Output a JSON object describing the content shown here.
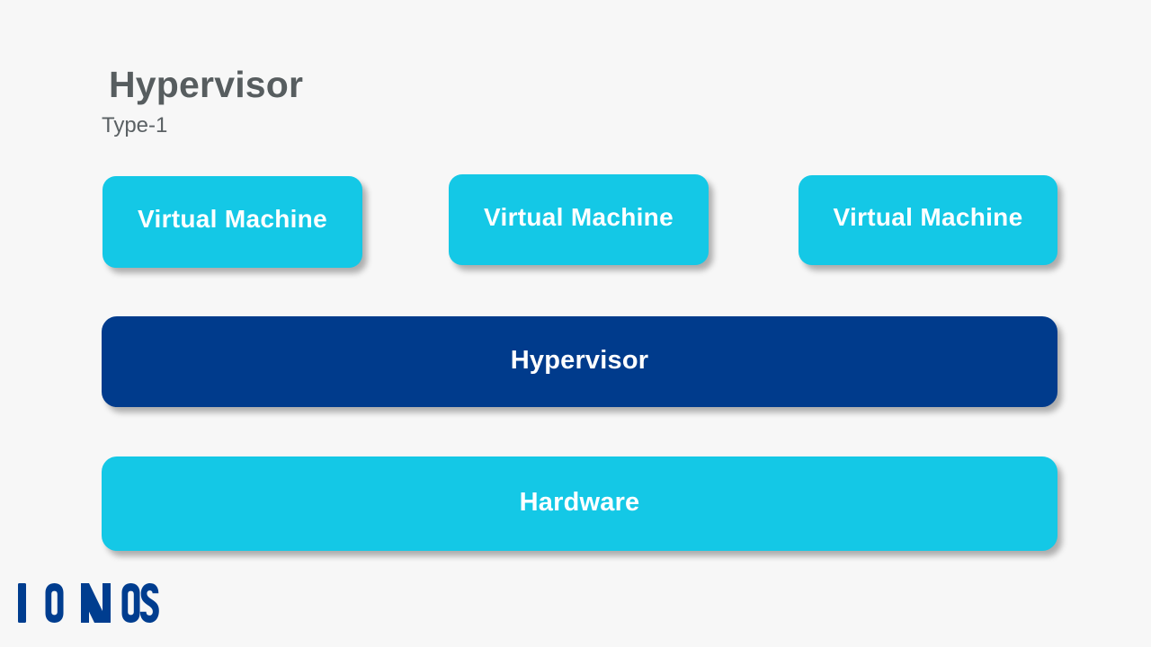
{
  "slide": {
    "background_color": "#f7f7f7",
    "heading": {
      "title": "Hypervisor",
      "subtitle": "Type-1"
    },
    "colors": {
      "cyan": "#14c8e6",
      "dark_blue": "#003b8c",
      "title_gray": "#575d5f",
      "subtitle_gray": "#5b6164",
      "box_text": "#ffffff",
      "logo_blue": "#003d8f"
    },
    "vm_boxes": [
      {
        "label": "Virtual Machine"
      },
      {
        "label": "Virtual Machine"
      },
      {
        "label": "Virtual Machine"
      }
    ],
    "bars": [
      {
        "label": "Hypervisor",
        "style": "dark-blue"
      },
      {
        "label": "Hardware",
        "style": "cyan"
      }
    ],
    "logo": {
      "text": "IONOS",
      "letters": [
        "I",
        "O",
        "N",
        "O",
        "S"
      ]
    }
  }
}
